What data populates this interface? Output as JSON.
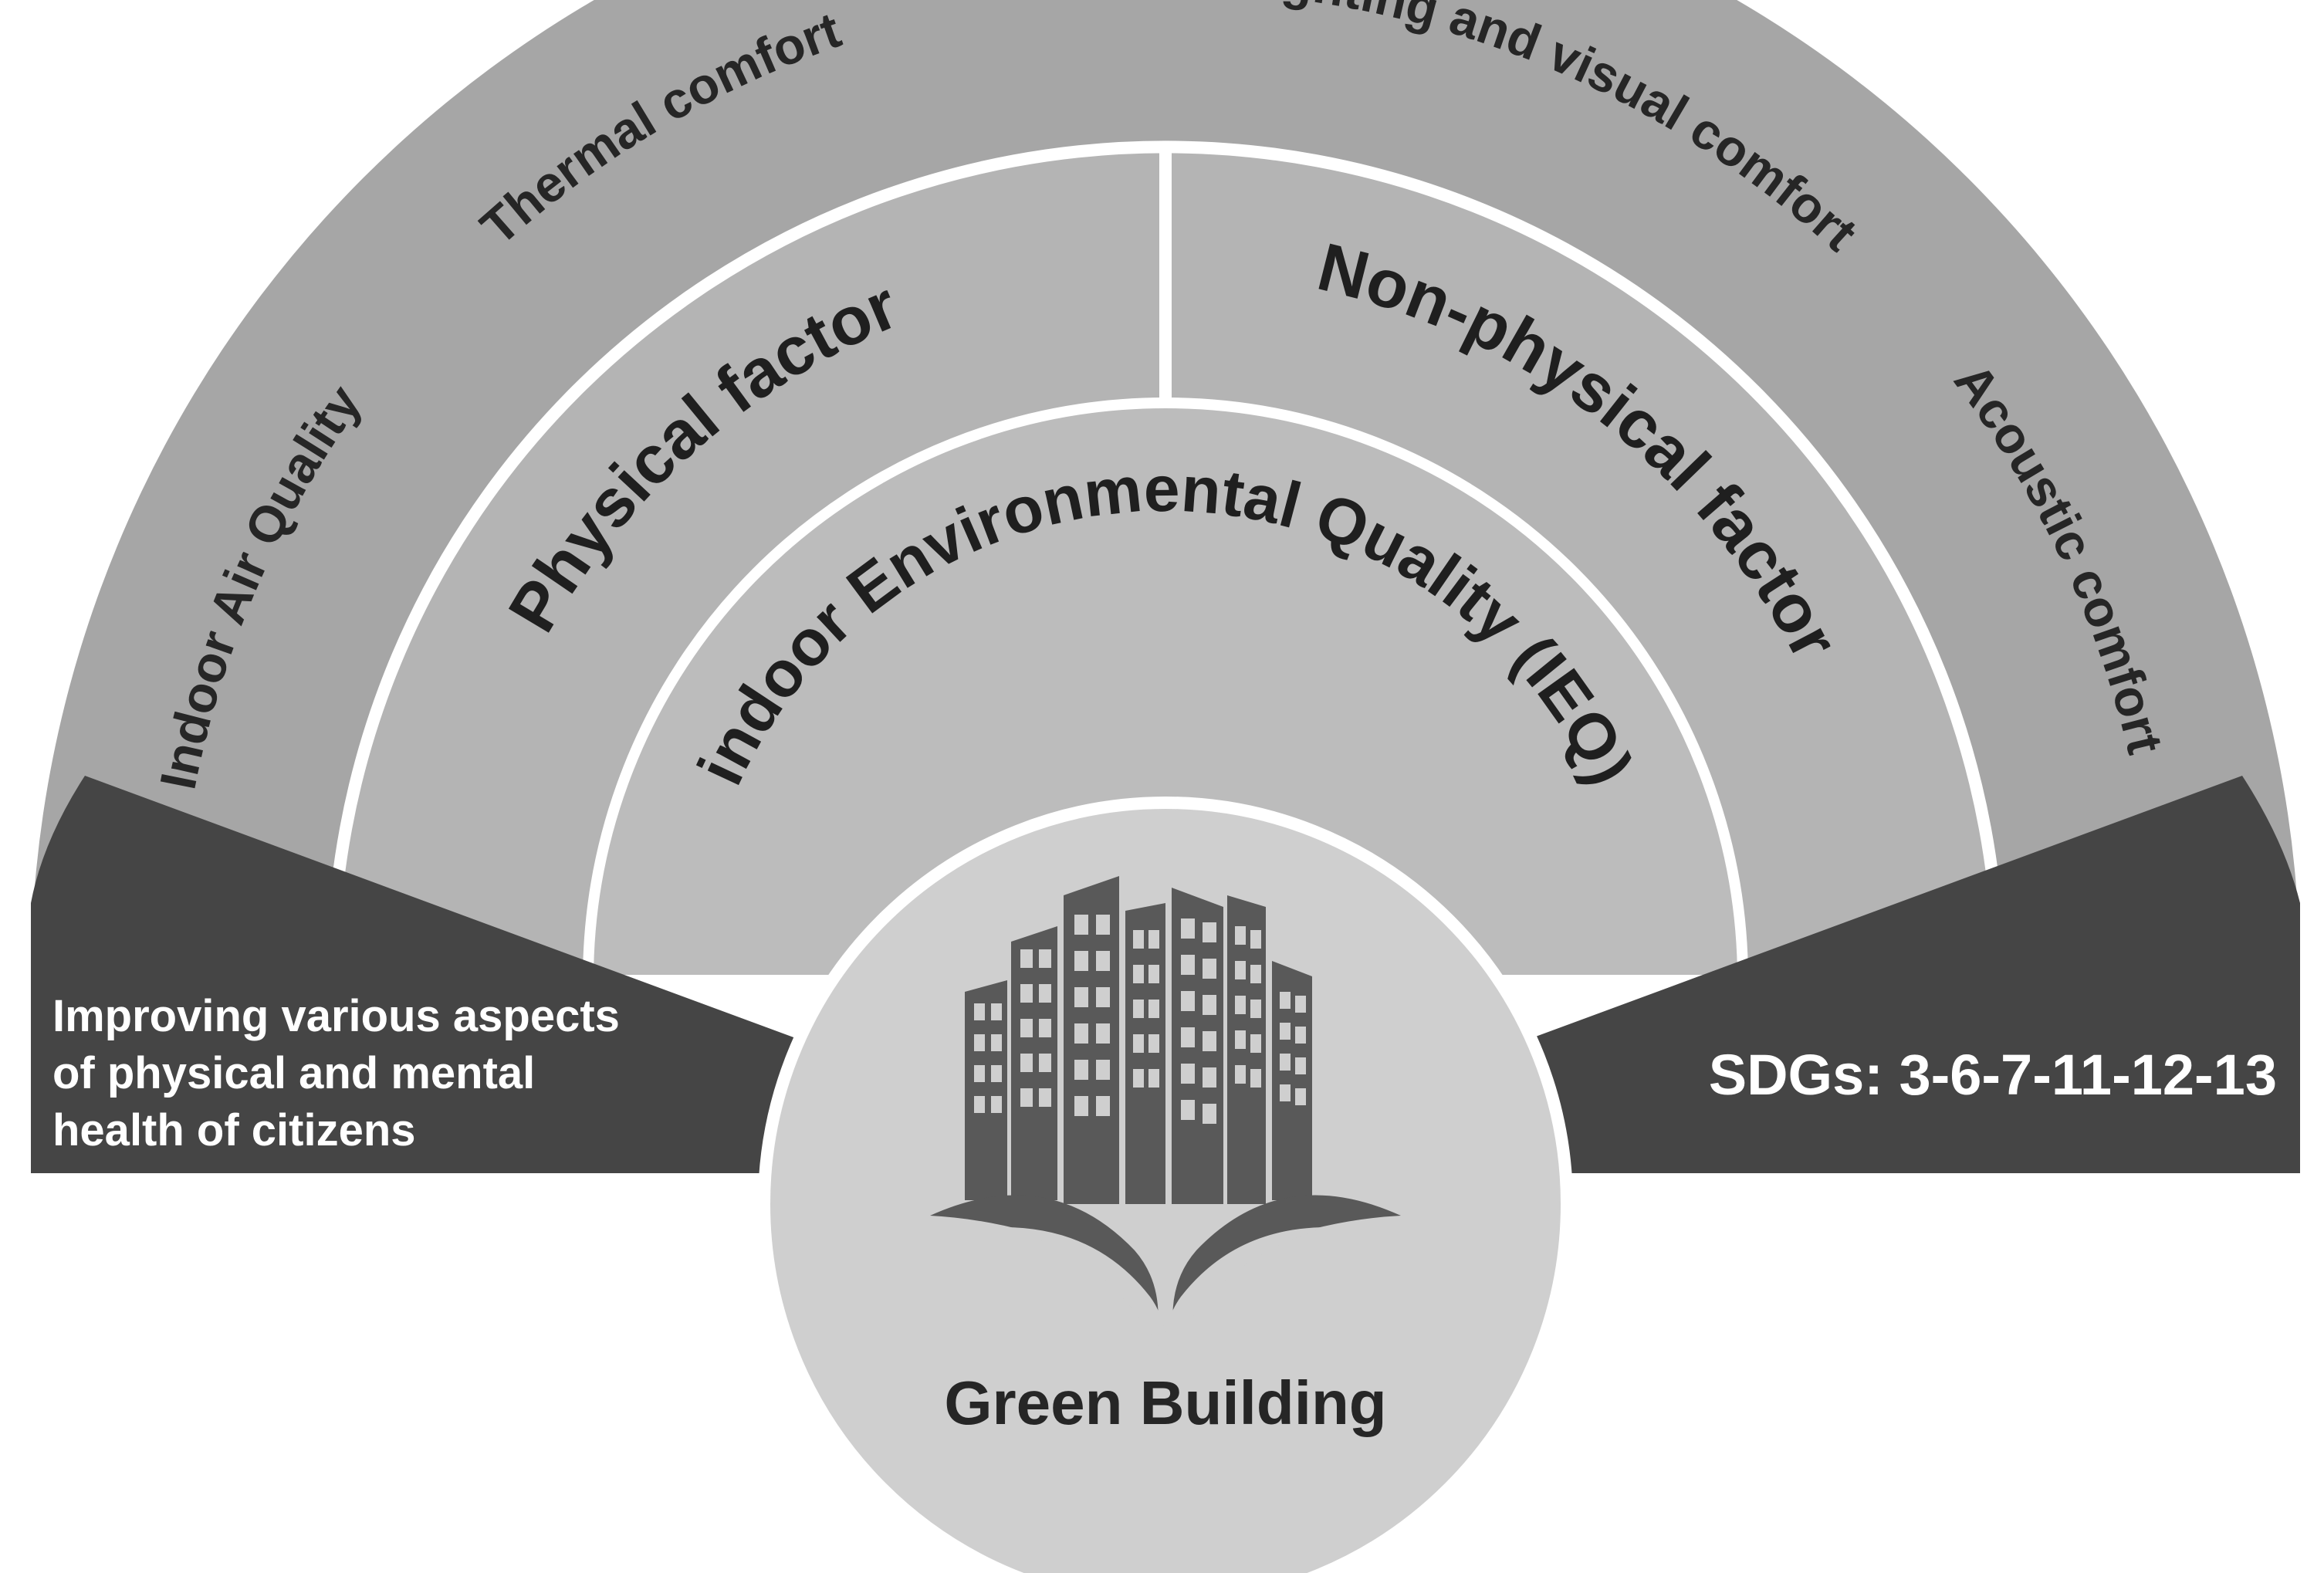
{
  "outer_ring": {
    "items": [
      {
        "label": "Indoor Air Quality"
      },
      {
        "label": "Thermal comfort"
      },
      {
        "label": "Lighting and visual comfort"
      },
      {
        "label": "Acoustic comfort"
      }
    ]
  },
  "middle_ring": {
    "physical_factor": "Physical factor",
    "non_physical_factor": "Non-physical factor"
  },
  "inner_ring": {
    "title": "indoor Environmental Quality (IEQ)"
  },
  "left_wedge": {
    "lines": [
      "Improving various aspects",
      "of physical and mental",
      "health of citizens"
    ]
  },
  "right_wedge": {
    "text": "SDGs: 3-6-7-11-12-13"
  },
  "center": {
    "title": "Green Building",
    "icon": "green-building-icon"
  },
  "colors": {
    "outer_ring": "#a6a6a6",
    "middle_ring": "#b4b4b4",
    "inner_ring": "#bcbcbc",
    "center_circle": "#cfcfcf",
    "side_wedges": "#454545",
    "separators": "#ffffff",
    "icon": "#595959"
  }
}
